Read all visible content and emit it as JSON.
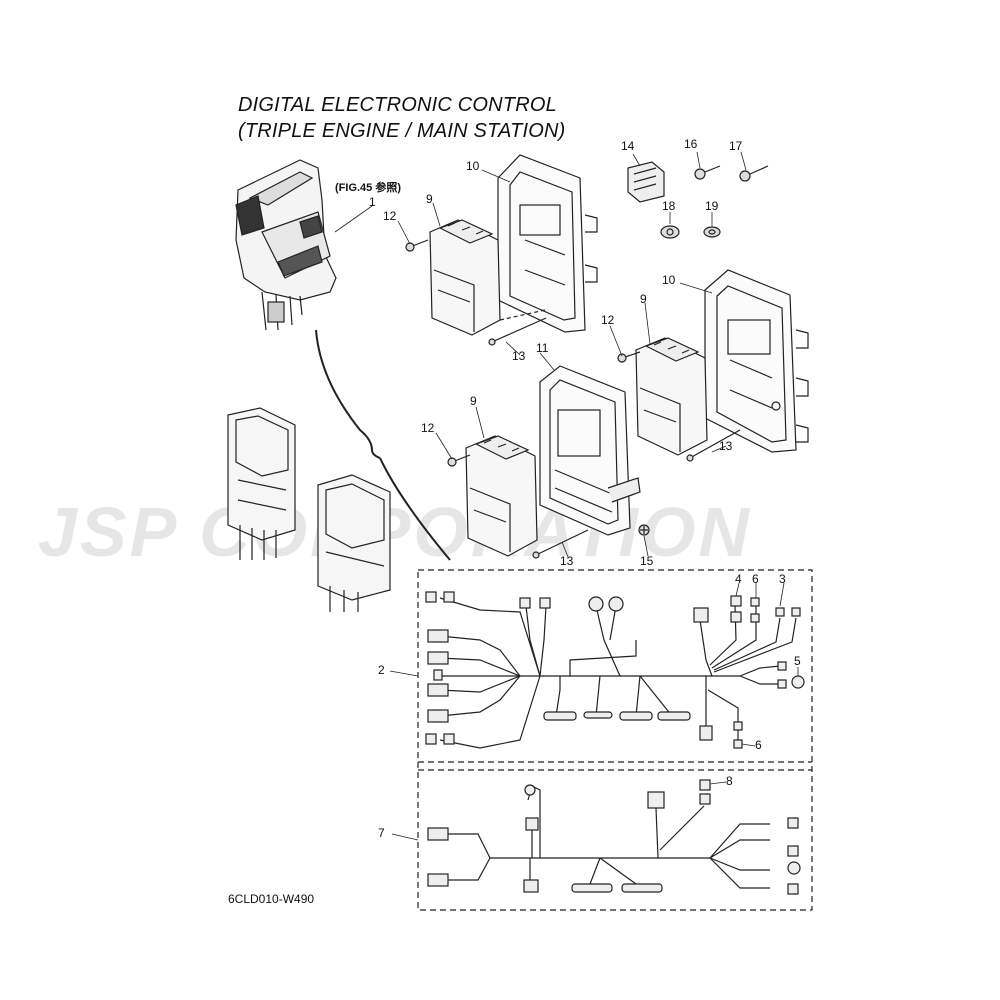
{
  "title_line1": "DIGITAL ELECTRONIC CONTROL",
  "title_line2": "(TRIPLE ENGINE / MAIN STATION)",
  "fig_reference": "(FIG.45 参照)",
  "diagram_code": "6CLD010-W490",
  "watermark": "JSP CORPORATION",
  "callouts": [
    "1",
    "2",
    "3",
    "4",
    "5",
    "6",
    "6",
    "7",
    "8",
    "9",
    "9",
    "9",
    "10",
    "10",
    "11",
    "12",
    "12",
    "12",
    "13",
    "13",
    "13",
    "14",
    "15",
    "16",
    "17",
    "18",
    "19"
  ]
}
